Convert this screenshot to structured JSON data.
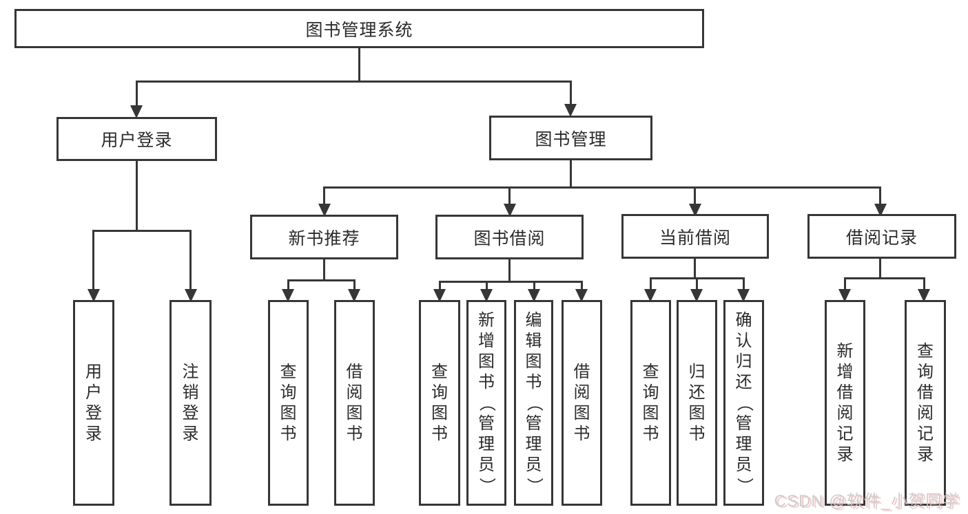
{
  "tree": {
    "label": "图书管理系统",
    "children": [
      {
        "label": "用户登录",
        "children": [
          {
            "label": "用户登录"
          },
          {
            "label": "注销登录"
          }
        ]
      },
      {
        "label": "图书管理",
        "children": [
          {
            "label": "新书推荐",
            "children": [
              {
                "label": "查询图书"
              },
              {
                "label": "借阅图书"
              }
            ]
          },
          {
            "label": "图书借阅",
            "children": [
              {
                "label": "查询图书"
              },
              {
                "label": "新增图书（管理员）"
              },
              {
                "label": "编辑图书（管理员）"
              },
              {
                "label": "借阅图书"
              }
            ]
          },
          {
            "label": "当前借阅",
            "children": [
              {
                "label": "查询图书"
              },
              {
                "label": "归还图书"
              },
              {
                "label": "确认归还（管理员）"
              }
            ]
          },
          {
            "label": "借阅记录",
            "children": [
              {
                "label": "新增借阅记录"
              },
              {
                "label": "查询借阅记录"
              }
            ]
          }
        ]
      }
    ]
  },
  "watermark": "CSDN @软件_小贺同学",
  "colors": {
    "line": "#363636",
    "text": "#2b2b2b",
    "background": "#ffffff",
    "watermark_gray": "#c9c9c9",
    "watermark_red": "#ec8080"
  }
}
